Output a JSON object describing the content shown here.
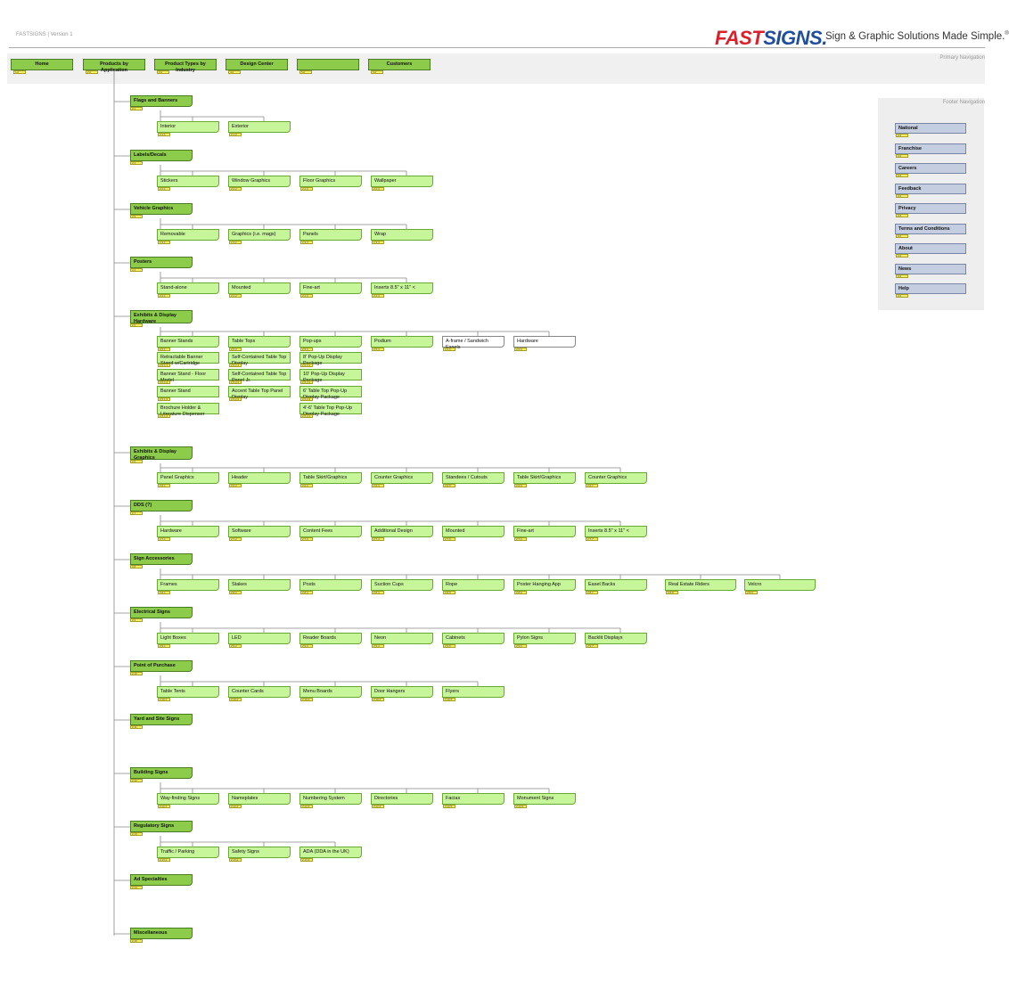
{
  "header": {
    "doc_title": "FASTSIGNS | Version 1",
    "logo_fast": "FAST",
    "logo_signs": "SIGNS",
    "logo_dot": ".",
    "tagline": "Sign & Graphic Solutions Made Simple.",
    "tagline_mark": "®"
  },
  "primary_nav": {
    "caption": "Primary Navigation",
    "items": [
      {
        "label": "Home",
        "tag": "1.0"
      },
      {
        "label": "Products by Application",
        "tag": "2.0"
      },
      {
        "label": "Product Types by Industry",
        "tag": "3.0"
      },
      {
        "label": "Design Center",
        "tag": "4.0"
      },
      {
        "label": "",
        "tag": "5.0"
      },
      {
        "label": "Customers",
        "tag": "6.0"
      }
    ]
  },
  "footer_nav": {
    "caption": "Footer Navigation",
    "items": [
      {
        "label": "National",
        "tag": "0.0"
      },
      {
        "label": "Franchise",
        "tag": "0.0"
      },
      {
        "label": "Careers",
        "tag": "0.0"
      },
      {
        "label": "Feedback",
        "tag": "0.0"
      },
      {
        "label": "Privacy",
        "tag": "0.0"
      },
      {
        "label": "Terms and Conditions",
        "tag": "0.0"
      },
      {
        "label": "About",
        "tag": "0.0"
      },
      {
        "label": "News",
        "tag": "0.0"
      },
      {
        "label": "Help",
        "tag": "0.0"
      }
    ]
  },
  "sections": [
    {
      "label": "Flags and Banners",
      "tag": "2.1",
      "children": [
        {
          "label": "Interior",
          "tag": "2.1.1"
        },
        {
          "label": "Exterior",
          "tag": "2.1.2"
        }
      ]
    },
    {
      "label": "Labels/Decals",
      "tag": "2.2",
      "children": [
        {
          "label": "Stickers",
          "tag": "2.2.1"
        },
        {
          "label": "Window Graphics",
          "tag": "2.2.2"
        },
        {
          "label": "Floor Graphics",
          "tag": "2.2.3"
        },
        {
          "label": "Wallpaper",
          "tag": "2.2.4"
        }
      ]
    },
    {
      "label": "Vehicle Graphics",
      "tag": "2.3",
      "children": [
        {
          "label": "Removable",
          "tag": "2.3.1"
        },
        {
          "label": "Graphics (i.e. mags)",
          "tag": "2.3.2"
        },
        {
          "label": "Panels",
          "tag": "2.3.3"
        },
        {
          "label": "Wrap",
          "tag": "2.3.4"
        }
      ]
    },
    {
      "label": "Posters",
      "tag": "2.4",
      "children": [
        {
          "label": "Stand-alone",
          "tag": "2.4.1"
        },
        {
          "label": "Mounted",
          "tag": "2.4.2"
        },
        {
          "label": "Fine-art",
          "tag": "2.4.3"
        },
        {
          "label": "Inserts 8.5\" x 11\" <",
          "tag": "2.4.4"
        }
      ]
    },
    {
      "label": "Exhibits & Display Hardware",
      "tag": "2.5",
      "children": [
        {
          "label": "Banner Stands",
          "tag": "2.5.1",
          "subs": [
            {
              "label": "Retractable Banner Stand w/Cartridge",
              "tag": "2.5.1.1"
            },
            {
              "label": "Banner Stand - Floor Model",
              "tag": "2.5.1.2"
            },
            {
              "label": "Banner Stand",
              "tag": "2.5.1.3"
            },
            {
              "label": "Brochure Holder & Literature Dispenser",
              "tag": "2.5.1.4"
            }
          ]
        },
        {
          "label": "Table Tops",
          "tag": "2.5.2",
          "subs": [
            {
              "label": "Self-Contained Table Top Display",
              "tag": "2.5.2.1"
            },
            {
              "label": "Self-Contained Table Top Panel Jr.",
              "tag": "2.5.2.2"
            },
            {
              "label": "Accent Table Top Panel Display",
              "tag": "2.5.2.3"
            }
          ]
        },
        {
          "label": "Pop-ups",
          "tag": "2.5.3",
          "subs": [
            {
              "label": "8' Pop-Up Display Package",
              "tag": "2.5.3.1"
            },
            {
              "label": "10' Pop-Up Display Package",
              "tag": "2.5.3.2"
            },
            {
              "label": "6' Table Top Pop-Up Display Package",
              "tag": "2.5.3.3"
            },
            {
              "label": "4'-6' Table Top Pop-Up Display Package",
              "tag": "2.5.3.4"
            }
          ]
        },
        {
          "label": "Podium",
          "tag": "2.5.4"
        },
        {
          "label": "A-frame / Sandwich Easels",
          "tag": "2.5.5",
          "style": "white"
        },
        {
          "label": "Hardware",
          "tag": "2.5.6",
          "style": "white"
        }
      ]
    },
    {
      "label": "Exhibits & Display Graphics",
      "tag": "2.6",
      "children": [
        {
          "label": "Panel Graphics",
          "tag": "2.6.1"
        },
        {
          "label": "Header",
          "tag": "2.6.2"
        },
        {
          "label": "Table Skirt/Graphics",
          "tag": "2.6.3"
        },
        {
          "label": "Counter Graphics",
          "tag": "2.6.4"
        },
        {
          "label": "Standees / Cutouts",
          "tag": "2.6.5"
        },
        {
          "label": "Table Skirt/Graphics",
          "tag": "2.6.6"
        },
        {
          "label": "Counter Graphics",
          "tag": "2.6.7"
        }
      ]
    },
    {
      "label": "DDS (?)",
      "tag": "2.7",
      "children": [
        {
          "label": "Hardware",
          "tag": "2.7.1"
        },
        {
          "label": "Software",
          "tag": "2.7.2"
        },
        {
          "label": "Content Fees",
          "tag": "2.7.3"
        },
        {
          "label": "Additional Design",
          "tag": "2.7.4"
        },
        {
          "label": "Mounted",
          "tag": "2.7.5"
        },
        {
          "label": "Fine-art",
          "tag": "2.7.6"
        },
        {
          "label": "Inserts 8.5\" x 11\" <",
          "tag": "2.7.7"
        }
      ]
    },
    {
      "label": "Sign Accessories",
      "tag": "2.8",
      "children": [
        {
          "label": "Frames",
          "tag": "2.8.1"
        },
        {
          "label": "Stakes",
          "tag": "2.8.2"
        },
        {
          "label": "Posts",
          "tag": "2.8.3"
        },
        {
          "label": "Suction Cups",
          "tag": "2.8.4"
        },
        {
          "label": "Rope",
          "tag": "2.8.5"
        },
        {
          "label": "Poster Hanging App",
          "tag": "2.8.6"
        },
        {
          "label": "Easel Backs",
          "tag": "2.8.7"
        },
        {
          "label": "Real Estate Riders",
          "tag": "2.8.8"
        },
        {
          "label": "Velcro",
          "tag": "2.8.9"
        }
      ]
    },
    {
      "label": "Electrical Signs",
      "tag": "2.9",
      "children": [
        {
          "label": "Light Boxes",
          "tag": "2.9.1"
        },
        {
          "label": "LED",
          "tag": "2.9.2"
        },
        {
          "label": "Reader Boards",
          "tag": "2.9.3"
        },
        {
          "label": "Neon",
          "tag": "2.9.4"
        },
        {
          "label": "Cabinets",
          "tag": "2.9.5"
        },
        {
          "label": "Pylon Signs",
          "tag": "2.9.6"
        },
        {
          "label": "Backlit Displays",
          "tag": "2.9.7"
        }
      ]
    },
    {
      "label": "Point of Purchase",
      "tag": "2.10",
      "children": [
        {
          "label": "Table Tents",
          "tag": "2.10.1"
        },
        {
          "label": "Counter Cards",
          "tag": "2.10.2"
        },
        {
          "label": "Menu Boards",
          "tag": "2.10.3"
        },
        {
          "label": "Door Hangers",
          "tag": "2.10.4"
        },
        {
          "label": "Flyers",
          "tag": "2.10.5"
        }
      ]
    },
    {
      "label": "Yard and Site Signs",
      "tag": "2.11",
      "children": []
    },
    {
      "label": "Building Signs",
      "tag": "2.12",
      "children": [
        {
          "label": "Way-finding Signs",
          "tag": "2.12.1"
        },
        {
          "label": "Nameplates",
          "tag": "2.12.2"
        },
        {
          "label": "Numbering System",
          "tag": "2.12.3"
        },
        {
          "label": "Directories",
          "tag": "2.12.4"
        },
        {
          "label": "Facias",
          "tag": "2.12.5"
        },
        {
          "label": "Monument Signs",
          "tag": "2.12.6"
        }
      ]
    },
    {
      "label": "Regulatory Signs",
      "tag": "2.13",
      "children": [
        {
          "label": "Traffic / Parking",
          "tag": "2.13.1"
        },
        {
          "label": "Safety Signs",
          "tag": "2.13.2"
        },
        {
          "label": "ADA (DDA in the UK)",
          "tag": "2.13.3"
        }
      ]
    },
    {
      "label": "Ad Specialties",
      "tag": "2.14",
      "children": []
    },
    {
      "label": "Miscellaneous",
      "tag": "2.15",
      "children": []
    }
  ],
  "colors": {
    "nav_green": "#8ccc4a",
    "item_green": "#c6f59a",
    "footer_blue": "#c5cde0",
    "tag_yellow": "#f3ee67",
    "logo_red": "#d9212c",
    "logo_blue": "#1f4e9c"
  }
}
